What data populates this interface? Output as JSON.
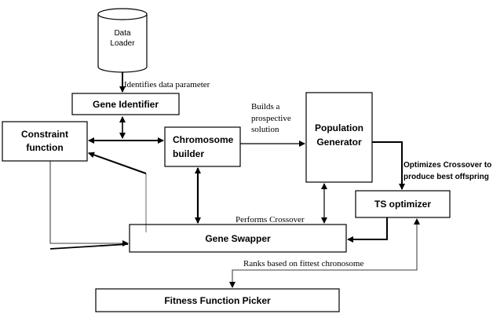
{
  "nodes": {
    "data_loader": {
      "line1": "Data",
      "line2": "Loader"
    },
    "gene_identifier": "Gene Identifier",
    "constraint_function": {
      "line1": "Constraint",
      "line2": "function"
    },
    "chromosome_builder": {
      "line1": "Chromosome",
      "line2": "builder"
    },
    "population_generator": {
      "line1": "Population",
      "line2": "Generator"
    },
    "ts_optimizer": "TS optimizer",
    "gene_swapper": "Gene Swapper",
    "fitness_function_picker": "Fitness Function Picker"
  },
  "edge_labels": {
    "identifies": "Identifies data parameter",
    "builds": {
      "line1": "Builds a",
      "line2": "prospective",
      "line3": "solution"
    },
    "optimizes": {
      "line1": "Optimizes Crossover to",
      "line2": "produce best offspring"
    },
    "performs": "Performs Crossover",
    "ranks": "Ranks based on fittest chronosome"
  }
}
